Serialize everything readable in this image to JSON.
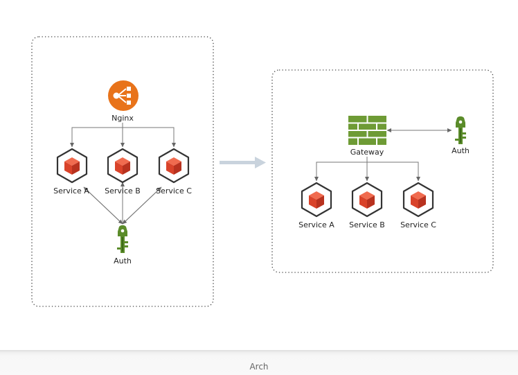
{
  "left_panel": {
    "top_node": {
      "label": "Nginx",
      "icon": "load-balancer-icon",
      "color": "#E8731A"
    },
    "services": [
      {
        "label": "Service A",
        "icon": "service-cube-icon"
      },
      {
        "label": "Service B",
        "icon": "service-cube-icon"
      },
      {
        "label": "Service C",
        "icon": "service-cube-icon"
      }
    ],
    "auth": {
      "label": "Auth",
      "icon": "key-icon",
      "color": "#5B8C2A"
    }
  },
  "right_panel": {
    "top_node": {
      "label": "Gateway",
      "icon": "firewall-icon",
      "color": "#6E9B35"
    },
    "services": [
      {
        "label": "Service A",
        "icon": "service-cube-icon"
      },
      {
        "label": "Service B",
        "icon": "service-cube-icon"
      },
      {
        "label": "Service C",
        "icon": "service-cube-icon"
      }
    ],
    "auth": {
      "label": "Auth",
      "icon": "key-icon",
      "color": "#5B8C2A"
    }
  },
  "transition_arrow": {
    "icon": "right-arrow-icon",
    "color": "#C9D3DD"
  },
  "caption": "Arch"
}
